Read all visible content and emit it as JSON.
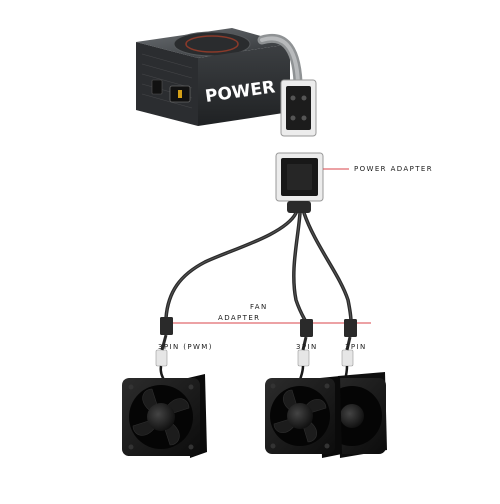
{
  "psu": {
    "brand_text": "POWER"
  },
  "labels": {
    "power_adapter": "POWER ADAPTER",
    "fan_adapter_line1": "FAN",
    "fan_adapter_line2": "ADAPTER",
    "fan1_pin": "3PIN (PWM)",
    "fan2_pin": "3PIN",
    "fan3_pin": "3PIN"
  },
  "colors": {
    "psu_body": "#3a3d40",
    "cable": "#2a2a2a",
    "connector": "#1c1c1c",
    "callout_line": "#d8434a",
    "fan_frame": "#161616",
    "background": "#ffffff"
  }
}
